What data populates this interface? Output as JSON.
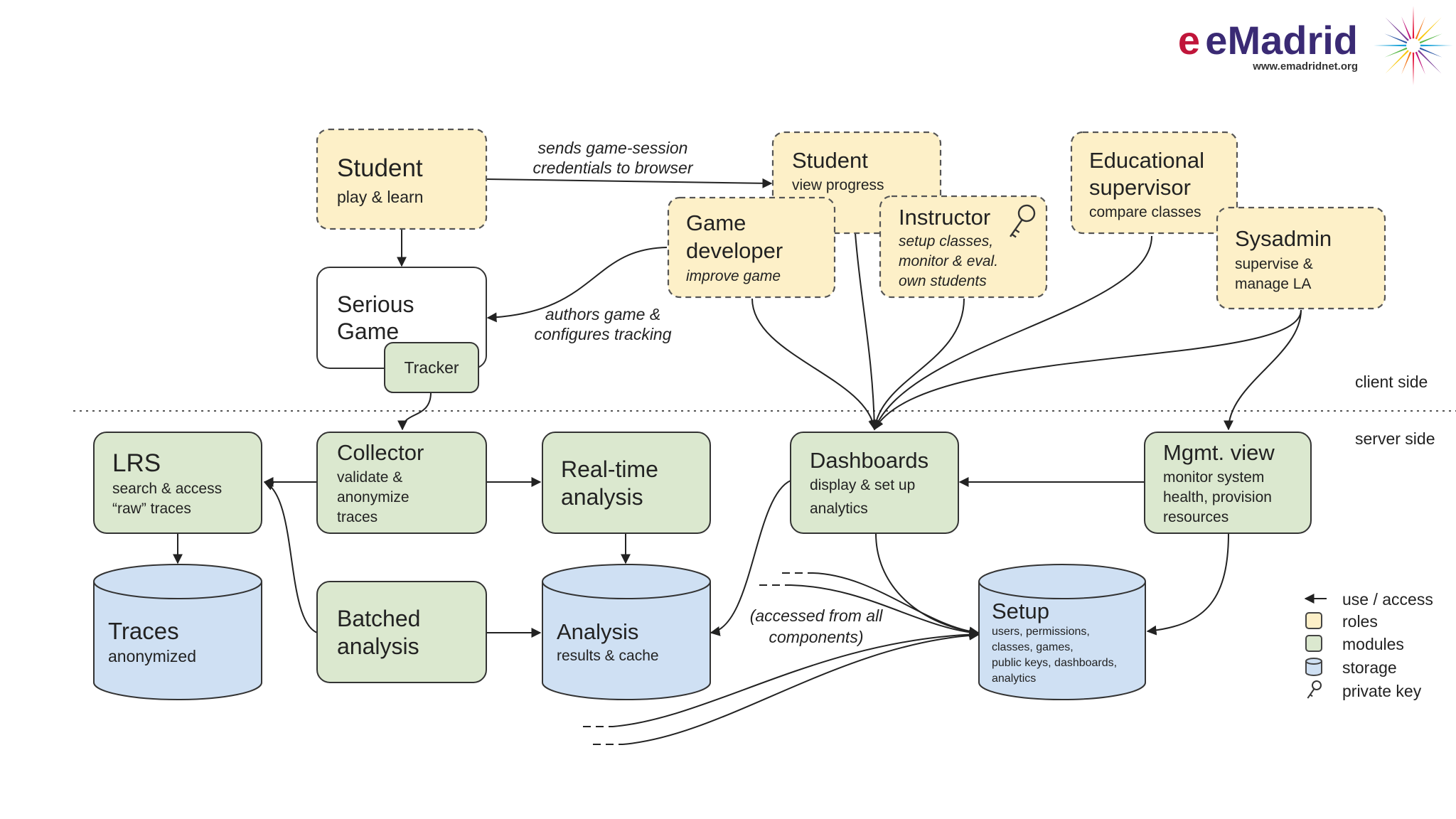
{
  "logo": {
    "name": "eMadrid",
    "url": "www.emadridnet.org",
    "colors": [
      "#e5193f",
      "#f47c20",
      "#f9c80e",
      "#58b947",
      "#1aa3d9",
      "#2e5aa7",
      "#7a3f98",
      "#c2187c"
    ]
  },
  "sides": {
    "client": "client side",
    "server": "server side"
  },
  "roles": {
    "student_play": {
      "title": "Student",
      "sub": "play & learn"
    },
    "student_view": {
      "title": "Student",
      "sub": "view progress"
    },
    "game_developer": {
      "title1": "Game",
      "title2": "developer",
      "sub": "improve game"
    },
    "instructor": {
      "title": "Instructor",
      "sub1": "setup classes,",
      "sub2": "monitor & eval.",
      "sub3": "own students"
    },
    "supervisor": {
      "title1": "Educational",
      "title2": "supervisor",
      "sub": "compare classes"
    },
    "sysadmin": {
      "title": "Sysadmin",
      "sub1": "supervise &",
      "sub2": "manage LA"
    }
  },
  "serious_game": {
    "title1": "Serious",
    "title2": "Game",
    "tracker": "Tracker"
  },
  "modules": {
    "lrs": {
      "title": "LRS",
      "sub1": "search & access",
      "sub2": "“raw” traces"
    },
    "collector": {
      "title": "Collector",
      "sub1": "validate &",
      "sub2": "anonymize",
      "sub3": "traces"
    },
    "realtime": {
      "title1": "Real-time",
      "title2": "analysis"
    },
    "batched": {
      "title1": "Batched",
      "title2": "analysis"
    },
    "dashboards": {
      "title": "Dashboards",
      "sub1": "display & set up",
      "sub2": "analytics"
    },
    "mgmt": {
      "title": "Mgmt. view",
      "sub1": "monitor system",
      "sub2": "health, provision",
      "sub3": "resources"
    }
  },
  "storage": {
    "traces": {
      "title": "Traces",
      "sub": "anonymized"
    },
    "analysis": {
      "title": "Analysis",
      "sub": "results & cache"
    },
    "setup": {
      "title": "Setup",
      "sub1": "users, permissions,",
      "sub2": "classes, games,",
      "sub3": "public keys, dashboards,",
      "sub4": "analytics"
    }
  },
  "edge_labels": {
    "sends1": "sends game-session",
    "sends2": "credentials to browser",
    "authors1": "authors game &",
    "authors2": "configures tracking",
    "accessed1": "(accessed from all",
    "accessed2": "components)"
  },
  "legend": {
    "use": "use / access",
    "roles": "roles",
    "modules": "modules",
    "storage": "storage",
    "key": "private key"
  },
  "colors": {
    "role_fill": "#fdf0c8",
    "module_fill": "#dbe8cf",
    "storage_fill": "#cfe0f3"
  }
}
